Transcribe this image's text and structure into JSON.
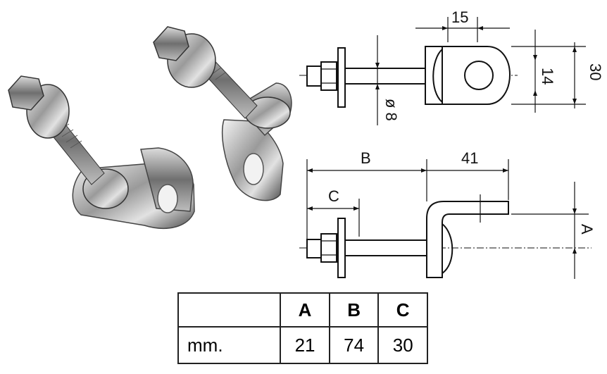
{
  "drawing": {
    "dim_15": "15",
    "dim_30": "30",
    "dim_14": "14",
    "dim_diameter": "ø 8",
    "dim_B": "B",
    "dim_41": "41",
    "dim_C": "C",
    "dim_A": "A"
  },
  "table": {
    "headers": [
      "",
      "A",
      "B",
      "C"
    ],
    "unit": "mm.",
    "values": [
      "21",
      "74",
      "30"
    ]
  },
  "colors": {
    "ink": "#111111",
    "metal_light": "#e6e6e6",
    "metal_dark": "#3a3a3a"
  }
}
